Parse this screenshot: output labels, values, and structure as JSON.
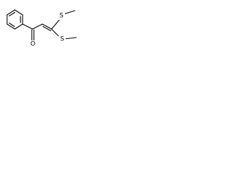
{
  "molecule": {
    "atoms": {
      "oxygen": "O",
      "sulfur_upper": "S",
      "sulfur_lower": "S"
    },
    "colors": {
      "bond": "#000000",
      "label": "#000000",
      "background": "#ffffff"
    }
  }
}
